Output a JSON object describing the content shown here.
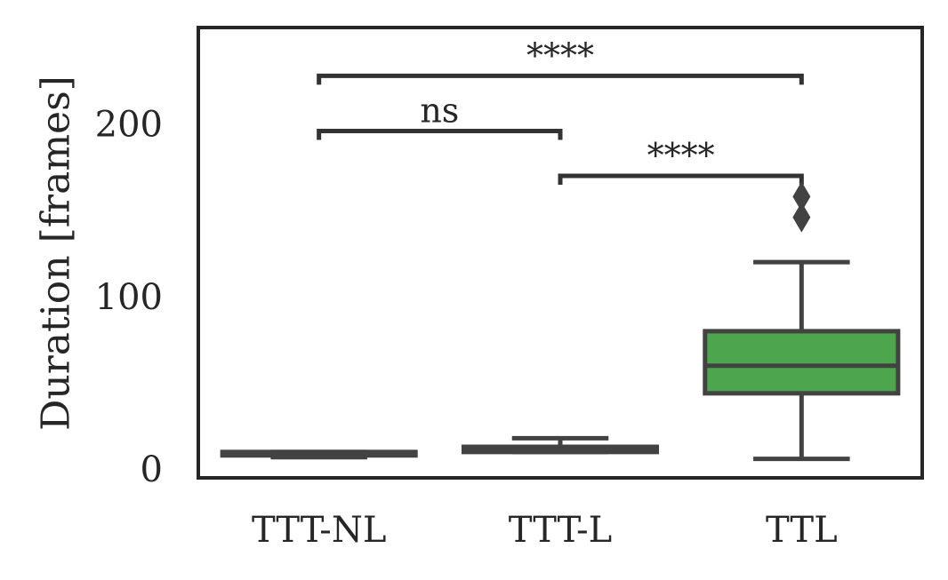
{
  "chart_data": {
    "type": "box",
    "categories": [
      "TTT-NL",
      "TTT-L",
      "TTL"
    ],
    "ylabel": "Duration [frames]",
    "xlabel": "",
    "ylim": [
      -3,
      258
    ],
    "yticks": [
      0,
      100,
      200
    ],
    "grid": false,
    "boxes": [
      {
        "category": "TTT-NL",
        "whisker_low": 9,
        "q1": 10,
        "median": 11,
        "q3": 12,
        "whisker_high": 12,
        "outliers": [],
        "color": "#4a4a4a"
      },
      {
        "category": "TTT-L",
        "whisker_low": 12,
        "q1": 12,
        "median": 13,
        "q3": 15,
        "whisker_high": 20,
        "outliers": [],
        "color": "#4a4a4a"
      },
      {
        "category": "TTL",
        "whisker_low": 8,
        "q1": 46,
        "median": 62,
        "q3": 82,
        "whisker_high": 122,
        "outliers": [
          148,
          160
        ],
        "color": "#4da64d"
      }
    ],
    "annotations": [
      {
        "from": 0,
        "to": 2,
        "y": 230,
        "label": "****"
      },
      {
        "from": 0,
        "to": 1,
        "y": 198,
        "label": "ns"
      },
      {
        "from": 1,
        "to": 2,
        "y": 172,
        "label": "****"
      }
    ],
    "colors": {
      "box_edge": "#424242",
      "ttl_fill": "#4da64d",
      "frame": "#262626"
    }
  }
}
